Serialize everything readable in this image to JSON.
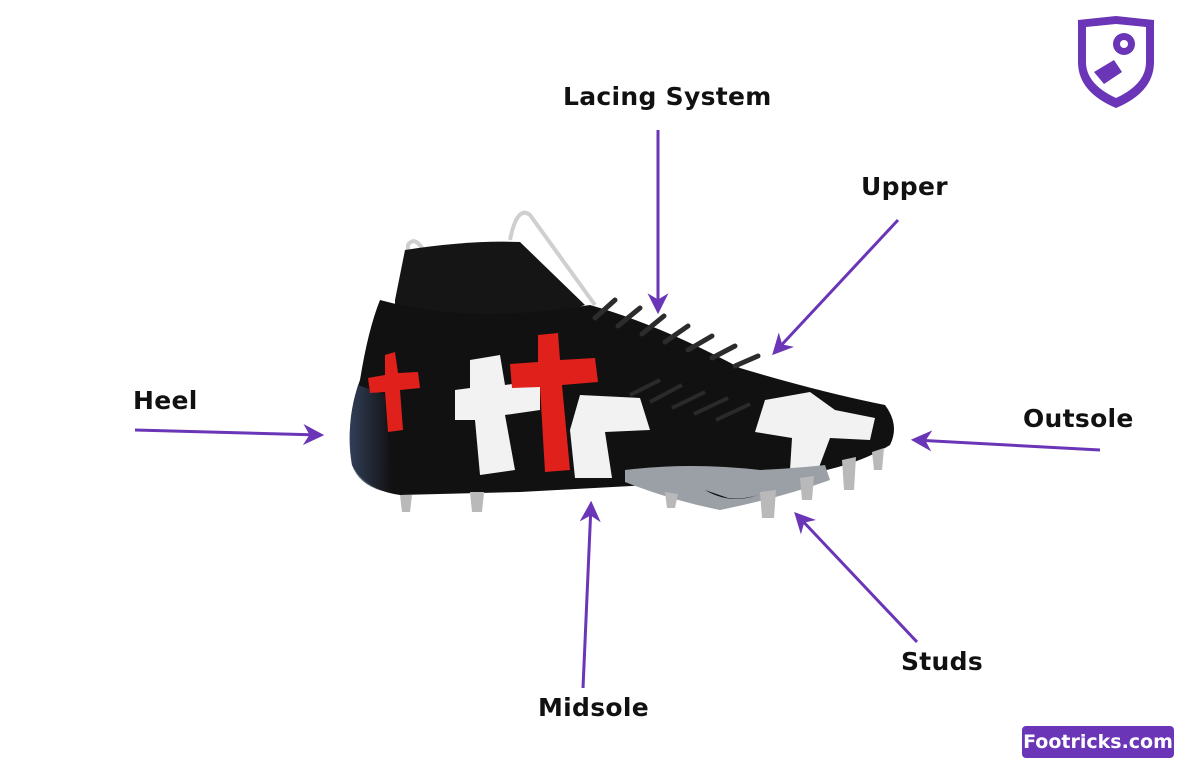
{
  "colors": {
    "accent": "#6a35b6",
    "shoe_black": "#111111",
    "cross_red": "#e0201b",
    "cross_white": "#f2f2f2",
    "plate_gray": "#9aa0a6"
  },
  "labels": {
    "lacing": "Lacing System",
    "upper": "Upper",
    "heel": "Heel",
    "outsole": "Outsole",
    "studs": "Studs",
    "midsole": "Midsole"
  },
  "brand": {
    "badge_text": "Footricks.com",
    "logo_icon": "shield-football-icon"
  },
  "illustration": {
    "subject_icon": "football-boot-icon"
  }
}
